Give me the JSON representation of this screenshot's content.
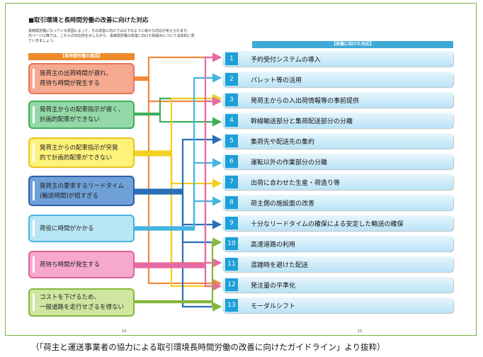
{
  "title": "■取引環境と長時間労働の改善に向けた対応",
  "intro": [
    "長時間労働になっている原因によって、その改善に向けては以下のように様々な対応が考えられます。",
    "次ページ以降では、これらの対応例を示しながら、長時間労働の改善に向けた取組みについて具体的に見",
    "ていきましょう。"
  ],
  "causes_header": "【長時間労働の原因】",
  "measures_header": "【改善に向けた対応】",
  "causes": [
    {
      "line1": "発荷主の出荷時間が遅れ、",
      "line2": "荷待ち時間が発生する",
      "fill": "#f5a98f",
      "stroke": "#e8735a",
      "line": "#f08a3c"
    },
    {
      "line1": "発荷主からの配車指示が遅く、",
      "line2": "計画的配車ができない",
      "fill": "#93d8a6",
      "stroke": "#3fae5b",
      "line": "#3fae5b"
    },
    {
      "line1": "発荷主からの配車指示が突発",
      "line2": "的で計画的配車ができない",
      "fill": "#fff27a",
      "stroke": "#e8c51e",
      "line": "#f3cf22"
    },
    {
      "line1": "発荷主の要求するリードタイム",
      "line2": "(輸送時間)が短すぎる",
      "fill": "#6fa0d8",
      "stroke": "#2f5fa6",
      "line": "#2a6fb6"
    },
    {
      "line1": "荷役に時間がかかる",
      "line2": "",
      "fill": "#b8e6f5",
      "stroke": "#45b5e0",
      "line": "#45b5e0"
    },
    {
      "line1": "荷待ち時間が発生する",
      "line2": "",
      "fill": "#f6a9cc",
      "stroke": "#e35f9b",
      "line": "#e56aa3"
    },
    {
      "line1": "コストを下げるため、",
      "line2": "一般道路を走行せざるを得ない",
      "fill": "#cfe6a0",
      "stroke": "#84b83c",
      "line": "#84b83c"
    }
  ],
  "measures": [
    {
      "num": "1",
      "label": "予約受付システムの導入"
    },
    {
      "num": "2",
      "label": "パレット等の活用"
    },
    {
      "num": "3",
      "label": "発荷主からの入出荷情報等の事前提供"
    },
    {
      "num": "4",
      "label": "幹線輸送部分と集荷配送部分の分離"
    },
    {
      "num": "5",
      "label": "集荷先や配送先の集約"
    },
    {
      "num": "6",
      "label": "運転以外の作業部分の分離"
    },
    {
      "num": "7",
      "label": "出荷に合わせた生産・荷造り等"
    },
    {
      "num": "8",
      "label": "荷主側の施設面の改善"
    },
    {
      "num": "9",
      "label": "十分なリードタイムの確保による安定した輸送の確保"
    },
    {
      "num": "10",
      "label": "高速道路の利用"
    },
    {
      "num": "11",
      "label": "混雑時を避けた配送"
    },
    {
      "num": "12",
      "label": "発注量の平準化"
    },
    {
      "num": "13",
      "label": "モーダルシフト"
    }
  ],
  "page_left": "14",
  "page_right": "15",
  "caption": "（「荷主と運送事業者の協力による取引環境長時間労働の改善に向けたガイドライン」より抜粋）"
}
